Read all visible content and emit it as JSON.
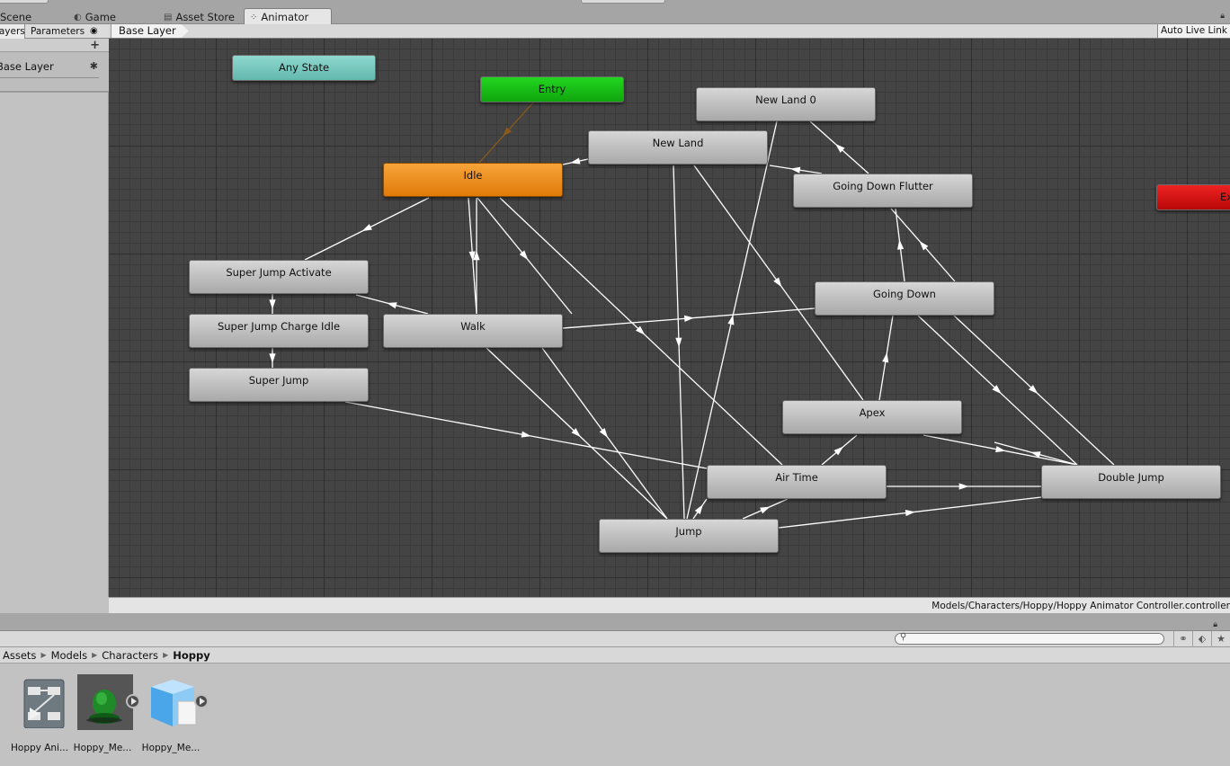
{
  "window_tabs": [
    {
      "label": "Scene",
      "icon": "scene-icon",
      "active": false
    },
    {
      "label": "Game",
      "icon": "game-icon",
      "active": false
    },
    {
      "label": "Asset Store",
      "icon": "asset-store-icon",
      "active": false
    },
    {
      "label": "Animator",
      "icon": "animator-icon",
      "active": true
    }
  ],
  "left_panel": {
    "tabs": [
      "Layers",
      "Parameters"
    ],
    "add_label": "+",
    "layer_name": "Base Layer"
  },
  "graph": {
    "breadcrumb": "Base Layer",
    "auto_live_link": "Auto Live Link",
    "states": {
      "any_state": "Any State",
      "entry": "Entry",
      "exit": "Exit",
      "idle": "Idle",
      "new_land_0": "New Land 0",
      "new_land": "New Land",
      "going_down_flutter": "Going Down Flutter",
      "super_jump_activate": "Super Jump Activate",
      "going_down": "Going Down",
      "super_jump_charge_idle": "Super Jump Charge Idle",
      "walk": "Walk",
      "super_jump": "Super Jump",
      "apex": "Apex",
      "air_time": "Air Time",
      "double_jump": "Double Jump",
      "jump": "Jump"
    },
    "default_transition_color": "#8a5a1a",
    "idle_color": "#f08a10",
    "entry_color": "#18c016",
    "any_state_color": "#6fc4ba",
    "exit_color": "#d41212"
  },
  "status_path": "Models/Characters/Hoppy/Hoppy Animator Controller.controller",
  "project": {
    "search_placeholder": "",
    "breadcrumbs": [
      "Assets",
      "Models",
      "Characters",
      "Hoppy"
    ],
    "assets": [
      {
        "label": "Hoppy Ani...",
        "icon": "animator-controller-icon"
      },
      {
        "label": "Hoppy_Me...",
        "icon": "model-preview-icon"
      },
      {
        "label": "Hoppy_Me...",
        "icon": "mesh-prefab-icon"
      }
    ]
  }
}
